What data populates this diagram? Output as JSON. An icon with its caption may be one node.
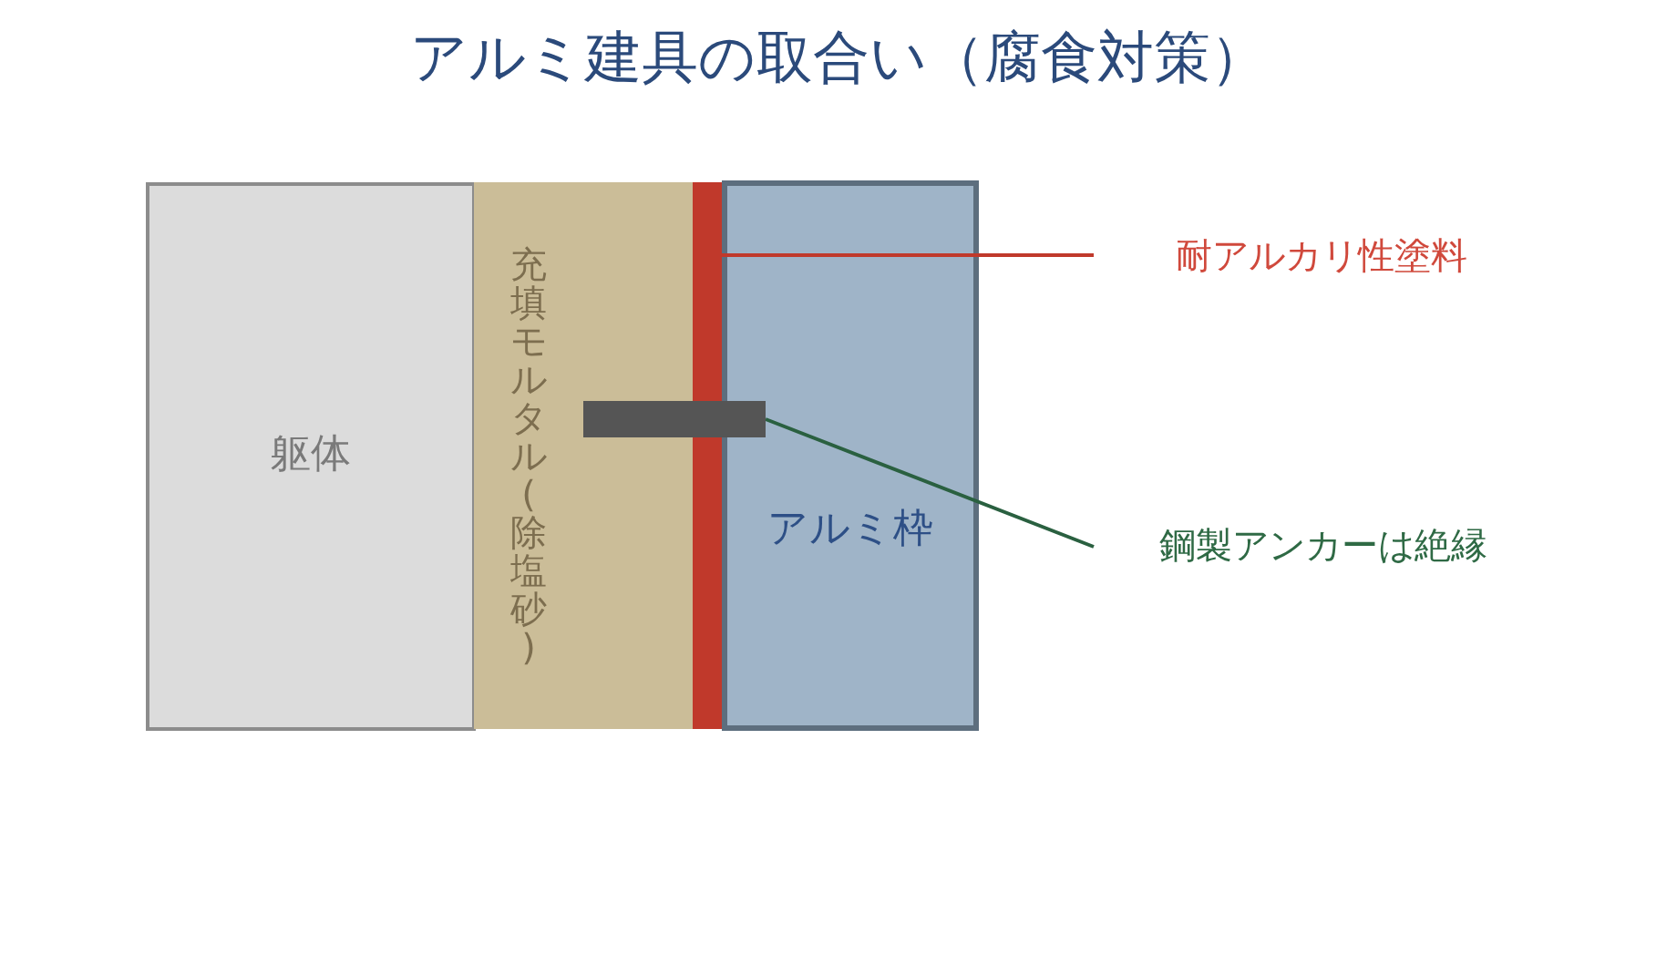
{
  "diagram": {
    "title": "アルミ建具の取合い（腐食対策）",
    "nodes": [
      {
        "text": [
          "躯体"
        ]
      },
      {
        "text": [
          "充填モルタル(除塩砂)"
        ]
      },
      {
        "text": [],
        "shape": "bar"
      },
      {
        "text": [
          "アルミ枠"
        ]
      },
      {
        "text": [],
        "shape": "bar"
      },
      {
        "text": [
          "耐アルカリ性塗料"
        ]
      },
      {
        "text": [
          "鋼製アンカーは絶縁"
        ]
      }
    ],
    "edges": [
      {
        "from": 5,
        "to": 2,
        "arrow": "none",
        "color": "#c0392b"
      },
      {
        "from": 6,
        "to": 4,
        "arrow": "none",
        "color": "#2a6040"
      }
    ]
  }
}
